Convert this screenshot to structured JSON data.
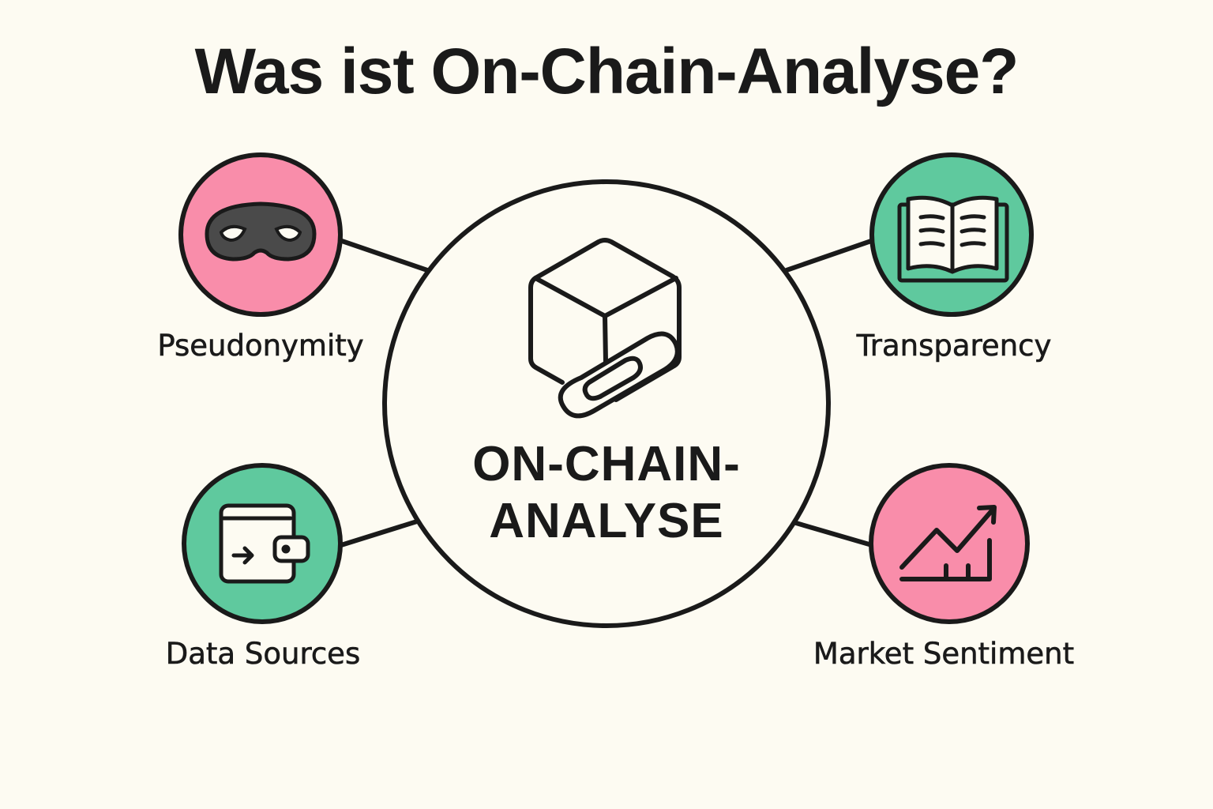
{
  "title": "Was ist On-Chain-Analyse?",
  "center": {
    "line1": "ON-CHAIN-",
    "line2": "ANALYSE",
    "icon": "block-chain-link-icon"
  },
  "nodes": [
    {
      "id": "pseudonymity",
      "label": "Pseudonymity",
      "icon": "mask-icon",
      "color": "#F98DAA",
      "position": "top-left"
    },
    {
      "id": "transparency",
      "label": "Transparency",
      "icon": "open-book-icon",
      "color": "#5FC99E",
      "position": "top-right"
    },
    {
      "id": "data-sources",
      "label": "Data Sources",
      "icon": "wallet-icon",
      "color": "#5FC99E",
      "position": "bottom-left"
    },
    {
      "id": "market-sentiment",
      "label": "Market Sentiment",
      "icon": "trending-chart-icon",
      "color": "#F98DAA",
      "position": "bottom-right"
    }
  ],
  "colors": {
    "background": "#FDFBF2",
    "pink": "#F98DAA",
    "green": "#5FC99E",
    "stroke": "#1a1a1a"
  }
}
